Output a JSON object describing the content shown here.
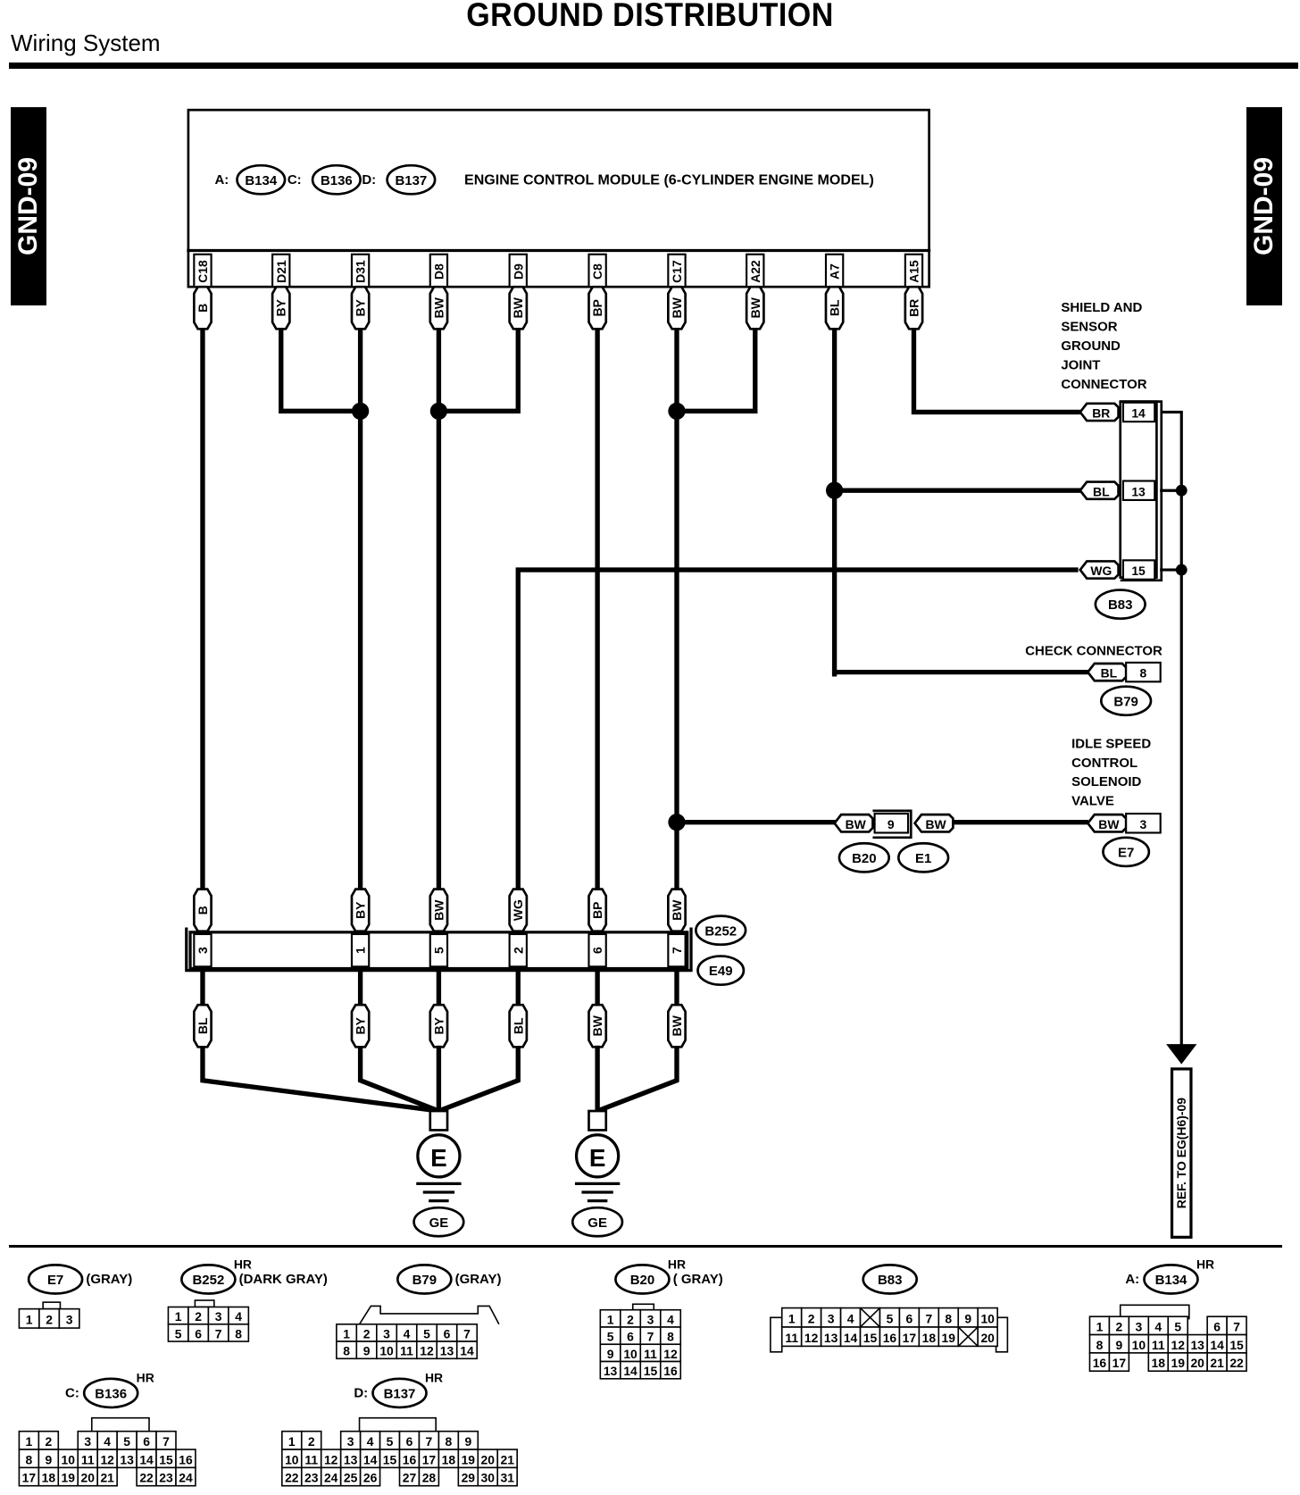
{
  "header": {
    "title": "GROUND DISTRIBUTION",
    "section": "Wiring System",
    "page_code_left": "GND-09",
    "page_code_right": "GND-09"
  },
  "ecm": {
    "connector_refs": [
      {
        "prefix": "A:",
        "id": "B134"
      },
      {
        "prefix": "C:",
        "id": "B136"
      },
      {
        "prefix": "D:",
        "id": "B137"
      }
    ],
    "label": "ENGINE CONTROL MODULE (6-CYLINDER ENGINE MODEL)",
    "pins": [
      {
        "pin": "C18",
        "wire": "B"
      },
      {
        "pin": "D21",
        "wire": "BY"
      },
      {
        "pin": "D31",
        "wire": "BY"
      },
      {
        "pin": "D8",
        "wire": "BW"
      },
      {
        "pin": "D9",
        "wire": "BW"
      },
      {
        "pin": "C8",
        "wire": "BP"
      },
      {
        "pin": "C17",
        "wire": "BW"
      },
      {
        "pin": "A22",
        "wire": "BW"
      },
      {
        "pin": "A7",
        "wire": "BL"
      },
      {
        "pin": "A15",
        "wire": "BR"
      }
    ]
  },
  "joint_connector": {
    "label_lines": [
      "SHIELD AND",
      "SENSOR",
      "GROUND",
      "JOINT",
      "CONNECTOR"
    ],
    "id": "B83",
    "terminals": [
      {
        "wire": "BR",
        "pin": "14"
      },
      {
        "wire": "BL",
        "pin": "13"
      },
      {
        "wire": "WG",
        "pin": "15"
      }
    ]
  },
  "check_connector": {
    "label": "CHECK CONNECTOR",
    "id": "B79",
    "wire": "BL",
    "pin": "8"
  },
  "iscv": {
    "label_lines": [
      "IDLE SPEED",
      "CONTROL",
      "SOLENOID",
      "VALVE"
    ],
    "id": "E7",
    "wire": "BW",
    "pin": "3"
  },
  "inline_connector": {
    "left_wire": "BW",
    "pin": "9",
    "right_wire": "BW",
    "ids": [
      "B20",
      "E1"
    ]
  },
  "junction_connector": {
    "ids": [
      "B252",
      "E49"
    ],
    "terminals": [
      {
        "top_wire": "B",
        "pin": "3",
        "bottom_wire": "BL"
      },
      {
        "top_wire": "BY",
        "pin": "1",
        "bottom_wire": "BY"
      },
      {
        "top_wire": "BW",
        "pin": "5",
        "bottom_wire": "BY"
      },
      {
        "top_wire": "WG",
        "pin": "2",
        "bottom_wire": "BL"
      },
      {
        "top_wire": "BP",
        "pin": "6",
        "bottom_wire": "BW"
      },
      {
        "top_wire": "BW",
        "pin": "7",
        "bottom_wire": "BW"
      }
    ]
  },
  "grounds": [
    {
      "symbol": "E",
      "id": "GE"
    },
    {
      "symbol": "E",
      "id": "GE"
    }
  ],
  "reference": {
    "label": "REF. TO EG(H6)-09"
  },
  "connector_views": [
    {
      "prefix": "",
      "id": "E7",
      "hr": "",
      "color": "(GRAY)",
      "rows": [
        [
          "1",
          "2",
          "3"
        ]
      ]
    },
    {
      "prefix": "",
      "id": "B252",
      "hr": "HR",
      "color": "(DARK GRAY)",
      "rows": [
        [
          "1",
          "2",
          "3",
          "4"
        ],
        [
          "5",
          "6",
          "7",
          "8"
        ]
      ]
    },
    {
      "prefix": "",
      "id": "B79",
      "hr": "",
      "color": "(GRAY)",
      "rows": [
        [
          "1",
          "2",
          "3",
          "4",
          "5",
          "6",
          "7"
        ],
        [
          "8",
          "9",
          "10",
          "11",
          "12",
          "13",
          "14"
        ]
      ]
    },
    {
      "prefix": "",
      "id": "B20",
      "hr": "HR",
      "color": "( GRAY)",
      "rows": [
        [
          "1",
          "2",
          "3",
          "4"
        ],
        [
          "5",
          "6",
          "7",
          "8"
        ],
        [
          "9",
          "10",
          "11",
          "12"
        ],
        [
          "13",
          "14",
          "15",
          "16"
        ]
      ]
    },
    {
      "prefix": "",
      "id": "B83",
      "hr": "",
      "color": "",
      "rows": [
        [
          "1",
          "2",
          "3",
          "4",
          "X",
          "5",
          "6",
          "7",
          "8",
          "9",
          "10"
        ],
        [
          "11",
          "12",
          "13",
          "14",
          "15",
          "16",
          "17",
          "18",
          "19",
          "X",
          "20"
        ]
      ]
    },
    {
      "prefix": "A:",
      "id": "B134",
      "hr": "HR",
      "color": "",
      "rows": [
        [
          "1",
          "2",
          "3",
          "4",
          "5",
          "",
          "6",
          "7"
        ],
        [
          "8",
          "9",
          "10",
          "11",
          "12",
          "13",
          "14",
          "15"
        ],
        [
          "16",
          "17",
          "",
          "18",
          "19",
          "20",
          "21",
          "22"
        ]
      ]
    },
    {
      "prefix": "C:",
      "id": "B136",
      "hr": "HR",
      "color": "",
      "rows": [
        [
          "1",
          "2",
          "",
          "3",
          "4",
          "5",
          "6",
          "7"
        ],
        [
          "8",
          "9",
          "10",
          "11",
          "12",
          "13",
          "14",
          "15",
          "16"
        ],
        [
          "17",
          "18",
          "19",
          "20",
          "21",
          "",
          "22",
          "23",
          "24"
        ]
      ]
    },
    {
      "prefix": "D:",
      "id": "B137",
      "hr": "HR",
      "color": "",
      "rows": [
        [
          "1",
          "2",
          "",
          "3",
          "4",
          "5",
          "6",
          "7",
          "8",
          "9"
        ],
        [
          "10",
          "11",
          "12",
          "13",
          "14",
          "15",
          "16",
          "17",
          "18",
          "19",
          "20",
          "21"
        ],
        [
          "22",
          "23",
          "24",
          "25",
          "26",
          "",
          "27",
          "28",
          "",
          "29",
          "30",
          "31"
        ]
      ]
    }
  ]
}
